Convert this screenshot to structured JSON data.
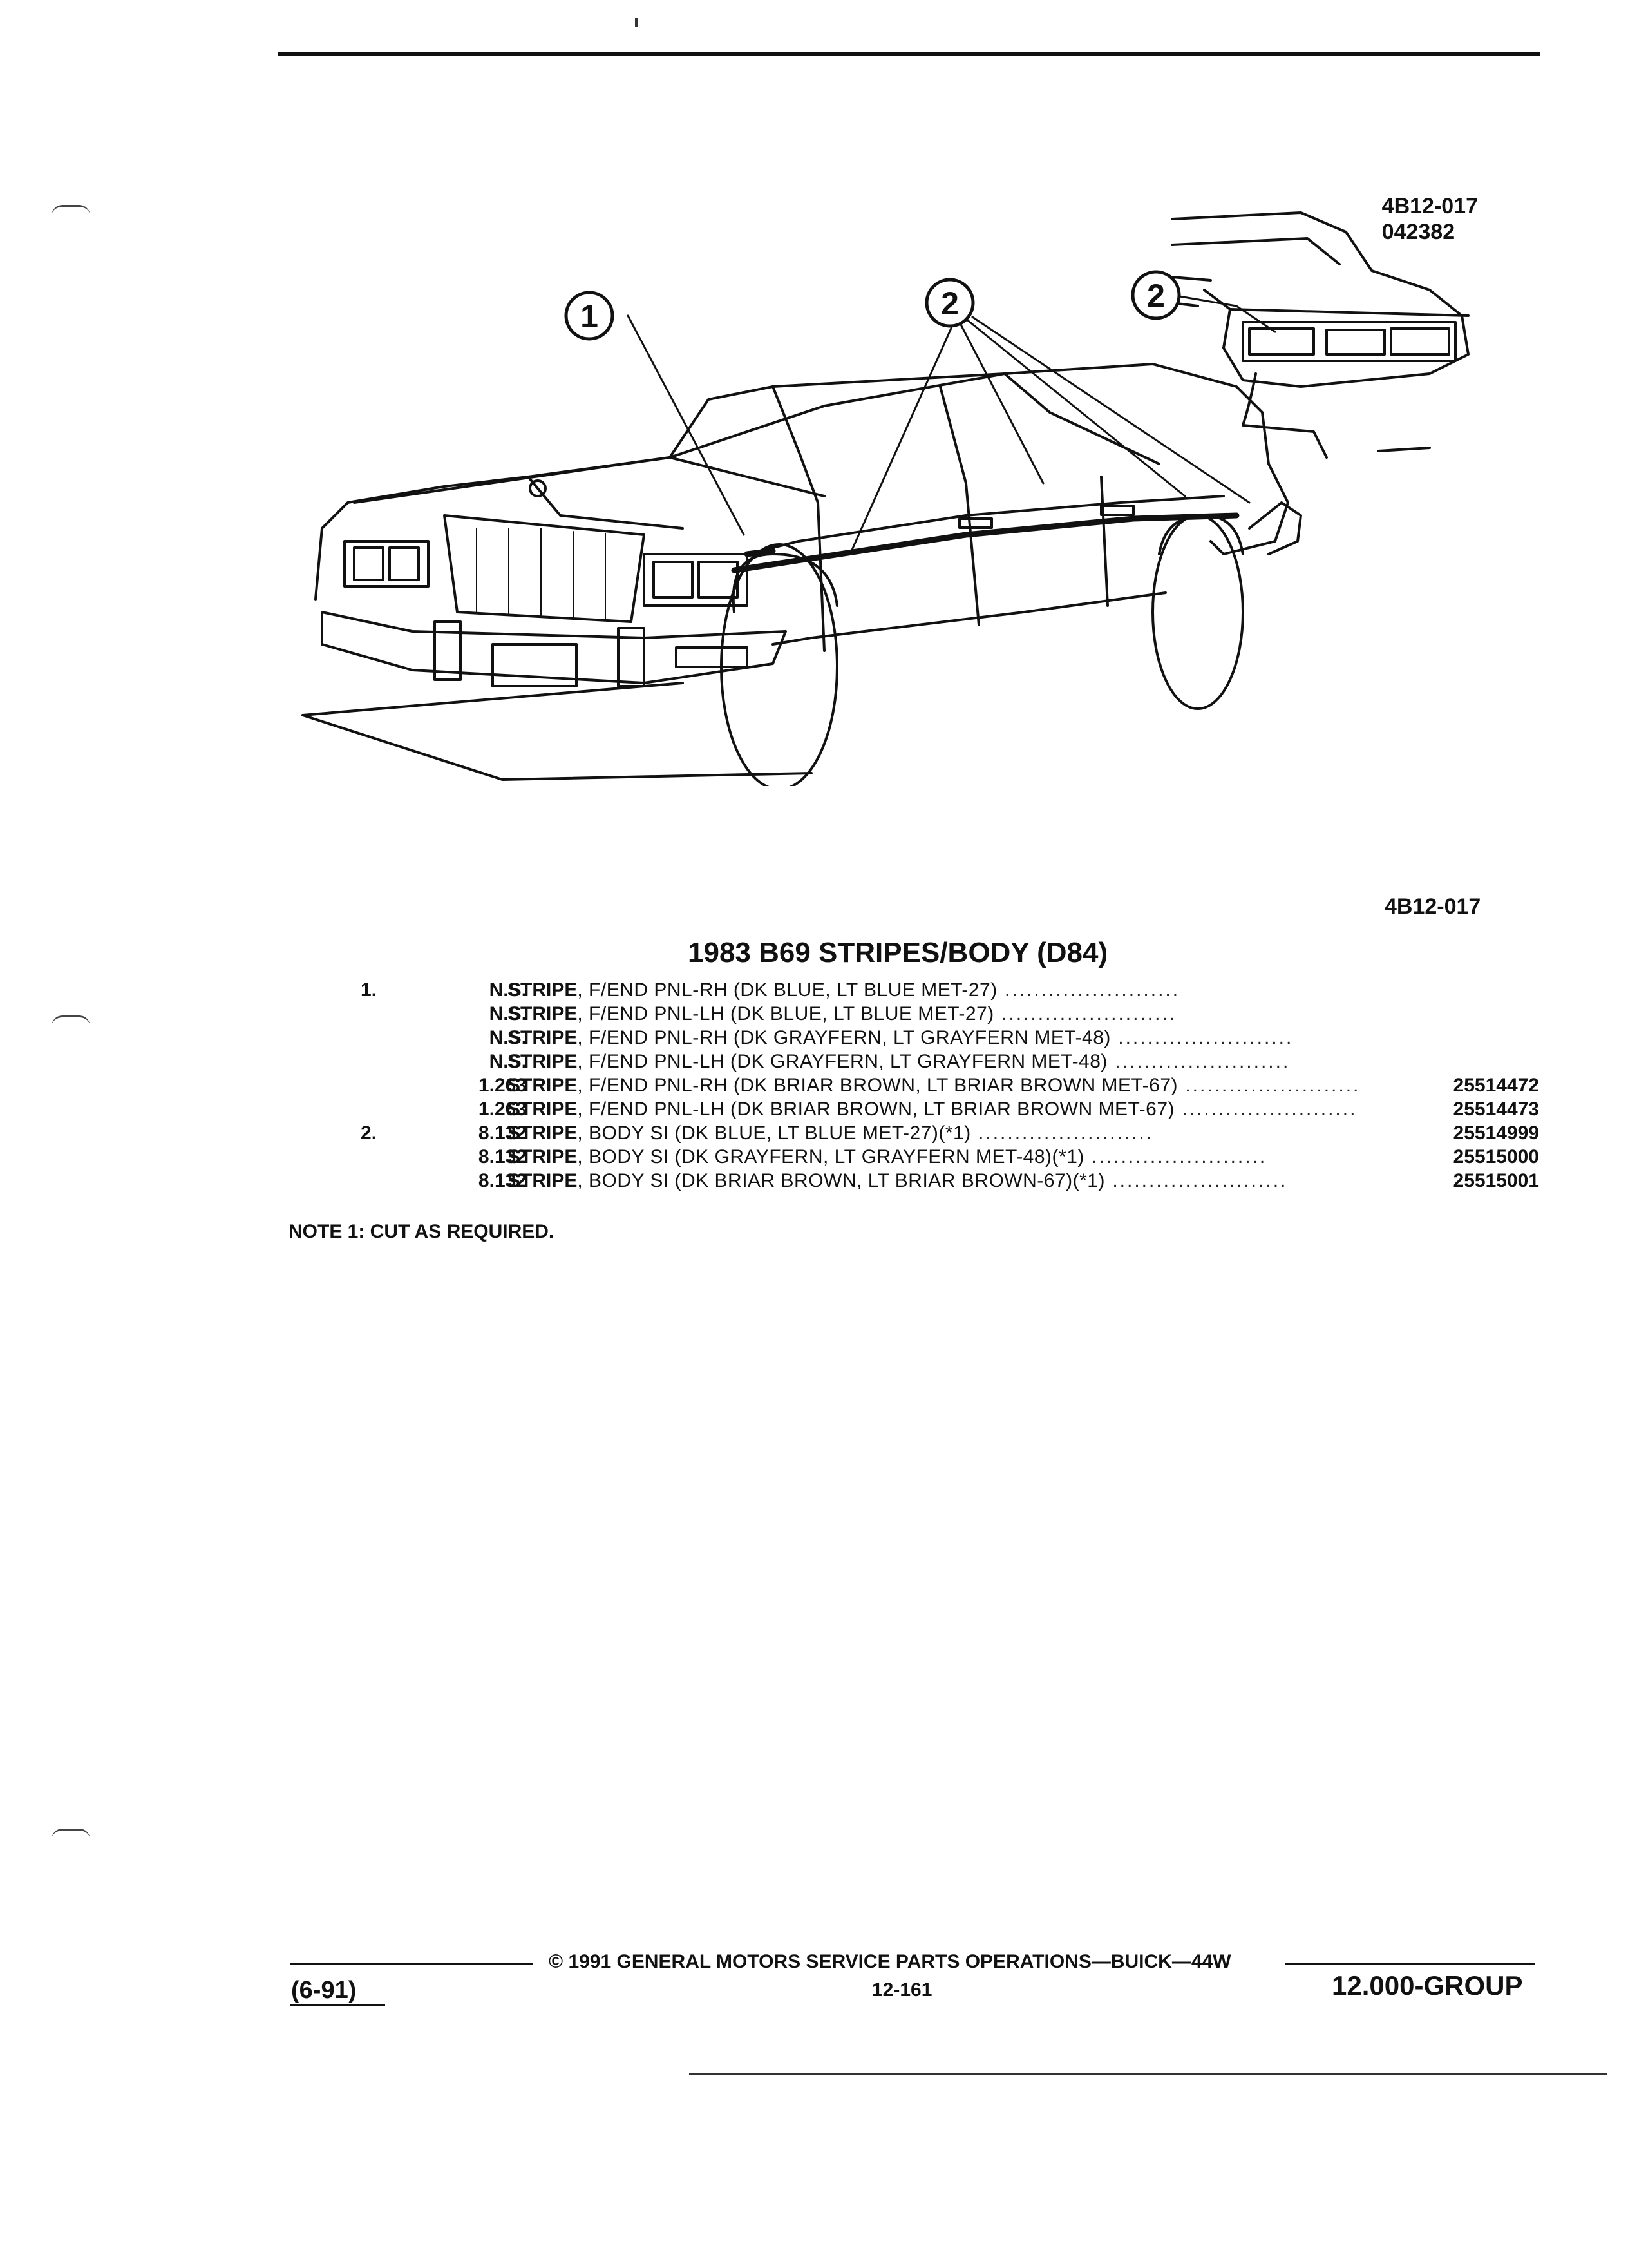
{
  "header": {
    "figure_code_top": "4B12-017",
    "figure_date": "042382",
    "figure_code_bottom": "4B12-017"
  },
  "illustration": {
    "callouts": [
      "1",
      "2",
      "2"
    ]
  },
  "section": {
    "title": "1983 B69 STRIPES/BODY (D84)"
  },
  "parts": [
    {
      "item": "1.",
      "qty": "N.S.",
      "name": "STRIPE",
      "desc": ", F/END PNL-RH (DK BLUE, LT BLUE MET-27)",
      "part": ""
    },
    {
      "item": "",
      "qty": "N.S.",
      "name": "STRIPE",
      "desc": ", F/END PNL-LH (DK BLUE, LT BLUE MET-27)",
      "part": ""
    },
    {
      "item": "",
      "qty": "N.S.",
      "name": "STRIPE",
      "desc": ", F/END PNL-RH (DK GRAYFERN, LT GRAYFERN MET-48)",
      "part": ""
    },
    {
      "item": "",
      "qty": "N.S.",
      "name": "STRIPE",
      "desc": ", F/END PNL-LH (DK GRAYFERN, LT GRAYFERN MET-48)",
      "part": ""
    },
    {
      "item": "",
      "qty": "1.263",
      "name": "STRIPE",
      "desc": ", F/END PNL-RH (DK BRIAR BROWN, LT BRIAR BROWN MET-67)",
      "part": "25514472"
    },
    {
      "item": "",
      "qty": "1.263",
      "name": "STRIPE",
      "desc": ", F/END PNL-LH (DK BRIAR BROWN, LT BRIAR BROWN MET-67)",
      "part": "25514473"
    },
    {
      "item": "2.",
      "qty": "8.132",
      "name": "STRIPE",
      "desc": ", BODY SI (DK BLUE, LT BLUE MET-27)(*1)",
      "part": "25514999"
    },
    {
      "item": "",
      "qty": "8.132",
      "name": "STRIPE",
      "desc": ", BODY SI (DK GRAYFERN, LT GRAYFERN MET-48)(*1)",
      "part": "25515000"
    },
    {
      "item": "",
      "qty": "8.132",
      "name": "STRIPE",
      "desc": ", BODY SI (DK BRIAR BROWN, LT BRIAR BROWN-67)(*1)",
      "part": "25515001"
    }
  ],
  "note": "NOTE 1: CUT AS REQUIRED.",
  "footer": {
    "copyright": "© 1991 GENERAL MOTORS SERVICE PARTS OPERATIONS—BUICK—44W",
    "page": "12-161",
    "date": "(6-91)",
    "group": "12.000-GROUP"
  }
}
